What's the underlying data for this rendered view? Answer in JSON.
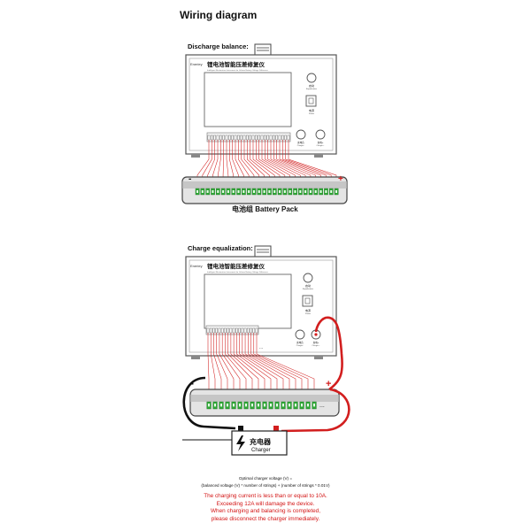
{
  "title": "Wiring diagram",
  "discharge": {
    "label": "Discharge balance:",
    "brand": "Eneriey",
    "device_title": "锂电池智能压差修复仪",
    "device_subtitle": "Intelligent Restoration Instrument for Lithium Battery Voltage Difference",
    "buttons": {
      "start_cn": "启动",
      "start_en": "Equalization",
      "power_cn": "电源",
      "power_en": "Power",
      "charge_neg_cn": "充电负",
      "charge_neg_en": "Charger -",
      "charge_pos_cn": "充电+",
      "charge_pos_en": "Charger +"
    },
    "pack_label": "电池组  Battery Pack"
  },
  "charge": {
    "label": "Charge equalization:",
    "brand": "Eneriey",
    "device_title": "锂电池智能压差修复仪",
    "device_subtitle": "Intelligent Restoration Instrument for Lithium Battery Voltage Difference",
    "buttons": {
      "start_cn": "启动",
      "start_en": "Equalization",
      "power_cn": "电源",
      "power_en": "Power",
      "charge_neg_cn": "充电负",
      "charge_neg_en": "Charger -",
      "charge_pos_cn": "充电+",
      "charge_pos_en": "Charger +"
    },
    "charger_cn": "充电器",
    "charger_en": "Charger",
    "ellipsis": "..."
  },
  "formula": {
    "line1": "Optimal charger voltage (V) =",
    "line2": "(balanced voltage (V) * number of strings) + (number of strings * 0.01V)"
  },
  "warnings": [
    "The charging current is less than or equal to 10A.",
    "Exceeding 12A will damage the device.",
    "When charging and balancing is completed,",
    "please disconnect the charger immediately."
  ],
  "symbols": {
    "plus": "+",
    "minus": "-"
  },
  "colors": {
    "wire_red": "#d21e1e",
    "wire_black": "#111111",
    "terminal_green": "#2fa836",
    "device_frame": "#555555"
  }
}
